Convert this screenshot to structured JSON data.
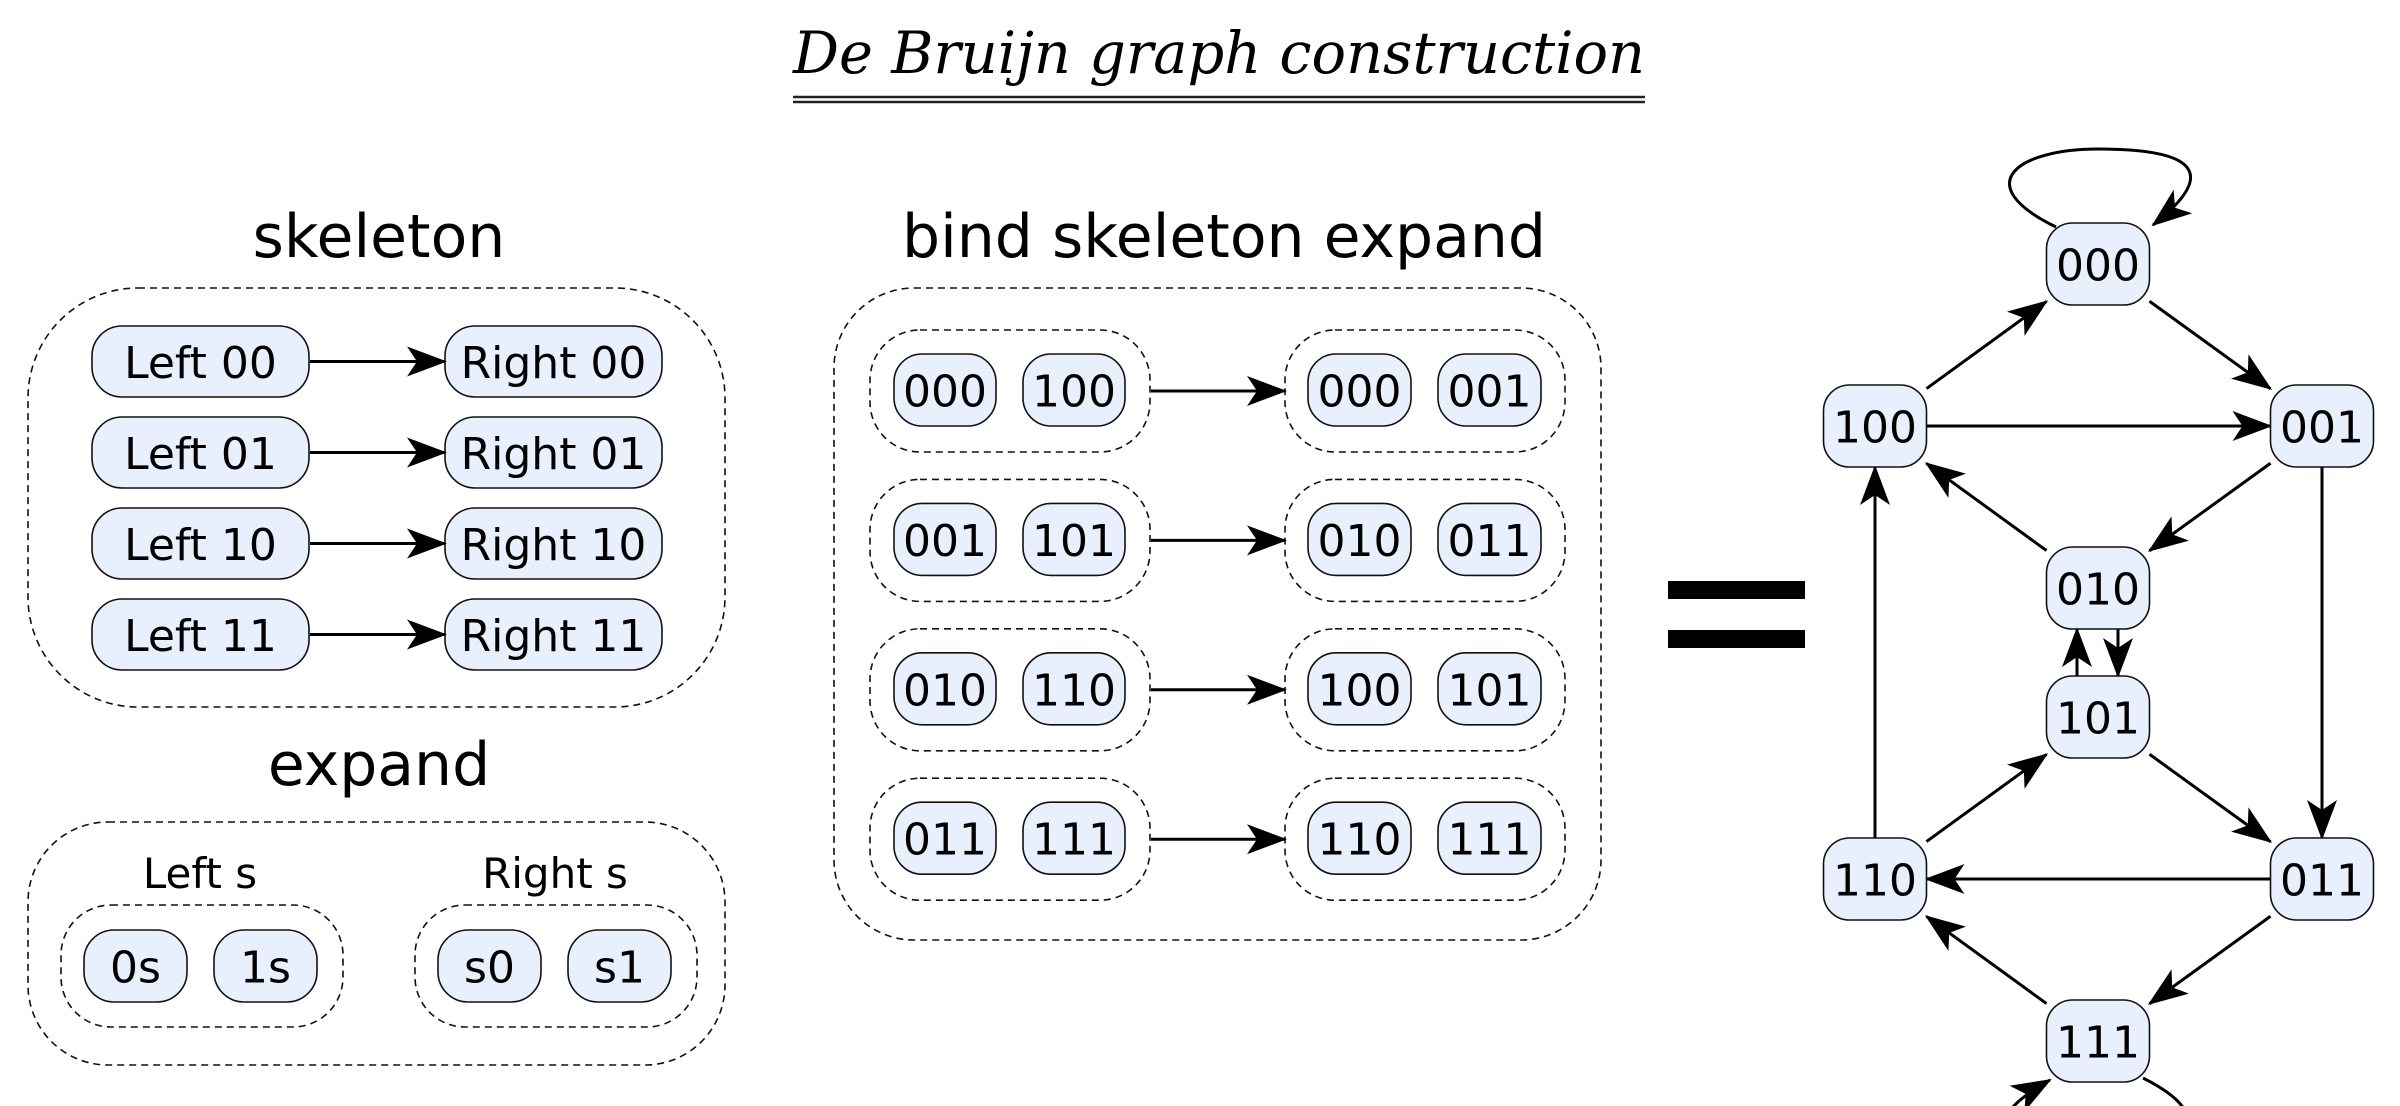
{
  "title": "De Bruijn graph construction",
  "colors": {
    "node_fill": "#e8f0fd",
    "stroke": "#000000"
  },
  "skeleton": {
    "heading": "skeleton",
    "pairs": [
      {
        "left": "Left 00",
        "right": "Right 00"
      },
      {
        "left": "Left 01",
        "right": "Right 01"
      },
      {
        "left": "Left 10",
        "right": "Right 10"
      },
      {
        "left": "Left 11",
        "right": "Right 11"
      }
    ]
  },
  "expand": {
    "heading": "expand",
    "groups": [
      {
        "label": "Left s",
        "items": [
          "0s",
          "1s"
        ]
      },
      {
        "label": "Right s",
        "items": [
          "s0",
          "s1"
        ]
      }
    ]
  },
  "bind": {
    "heading": "bind skeleton expand",
    "rows": [
      {
        "from": [
          "000",
          "100"
        ],
        "to": [
          "000",
          "001"
        ]
      },
      {
        "from": [
          "001",
          "101"
        ],
        "to": [
          "010",
          "011"
        ]
      },
      {
        "from": [
          "010",
          "110"
        ],
        "to": [
          "100",
          "101"
        ]
      },
      {
        "from": [
          "011",
          "111"
        ],
        "to": [
          "110",
          "111"
        ]
      }
    ]
  },
  "equals_symbol": "=",
  "graph": {
    "nodes": [
      "000",
      "100",
      "001",
      "010",
      "101",
      "110",
      "011",
      "111"
    ],
    "edges": [
      {
        "from": "000",
        "to": "000",
        "kind": "self-loop"
      },
      {
        "from": "000",
        "to": "001"
      },
      {
        "from": "100",
        "to": "000"
      },
      {
        "from": "100",
        "to": "001"
      },
      {
        "from": "001",
        "to": "010"
      },
      {
        "from": "001",
        "to": "011"
      },
      {
        "from": "010",
        "to": "100"
      },
      {
        "from": "010",
        "to": "101"
      },
      {
        "from": "101",
        "to": "010"
      },
      {
        "from": "101",
        "to": "011"
      },
      {
        "from": "110",
        "to": "100"
      },
      {
        "from": "110",
        "to": "101"
      },
      {
        "from": "011",
        "to": "110"
      },
      {
        "from": "011",
        "to": "111"
      },
      {
        "from": "111",
        "to": "110"
      },
      {
        "from": "111",
        "to": "111",
        "kind": "self-loop"
      }
    ]
  }
}
